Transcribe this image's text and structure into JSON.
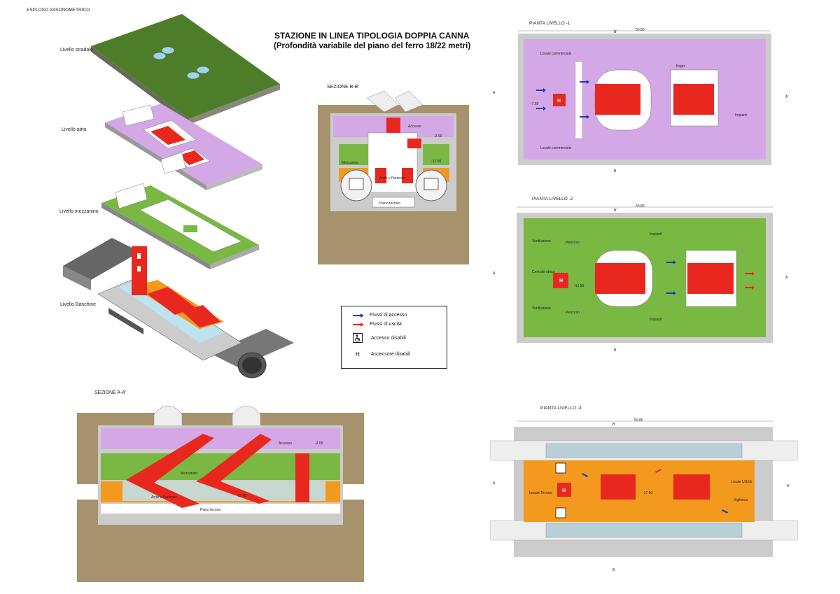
{
  "header": {
    "corner_label": "ESPLOSO ASSONOMETRICO",
    "title": "STAZIONE IN LINEA TIPOLOGIA DOPPIA CANNA",
    "subtitle": "(Profondità variabile del piano del ferro 18/22 metri)"
  },
  "exploded": {
    "levels": [
      "Livello stradale",
      "Livello atrio",
      "Livello mezzanino",
      "Livello Banchine"
    ]
  },
  "section_bb": {
    "title": "SEZIONE B-B'",
    "labels": {
      "accesso": "Accesso",
      "mezzanino": "Mezzanino",
      "arrivi": "Arrivi e Partenze",
      "piano_tecnico": "Piano tecnico",
      "elev_a": "-2.00",
      "elev_b": "-12.50"
    }
  },
  "section_aa": {
    "title": "SEZIONE A-A'",
    "labels": {
      "accesso": "Accesso",
      "mezzanino": "Mezzanino",
      "arrivi": "Arrivi e Partenze",
      "piano_tecnico": "Piano tecnico",
      "elev_a": "-2.00",
      "elev_b": "-17.60"
    }
  },
  "legend": {
    "items": [
      "Flussi di accesso",
      "Flussi di uscita",
      "Accesso disabili",
      "Ascensore disabili"
    ],
    "h_symbol": "H",
    "colors": {
      "access": "#1a3fb0",
      "exit": "#e8281e"
    }
  },
  "plan_l1": {
    "title": "PIANTA LIVELLO -1",
    "width_dim": "50,80",
    "b_mark": "B",
    "b_mark_top": "B'",
    "a_mark": "A",
    "a_mark_right": "A'",
    "labels": {
      "locale_comm_top": "Locale commerciale",
      "locale_comm_bottom": "Locale commerciale",
      "impianti": "Impianti",
      "bagni": "Bagni",
      "elev": "-7.60",
      "h": "H"
    }
  },
  "plan_l2": {
    "title": "PIANTA LIVELLO -2",
    "width_dim": "50,80",
    "b_mark": "B",
    "b_mark_top": "B'",
    "a_mark": "A",
    "a_mark_right": "A'",
    "labels": {
      "ventilazione_top": "Ventilazione",
      "ventilazione_bottom": "Ventilazione",
      "impianti_top": "Impianti",
      "impianti_bottom": "Impianti",
      "centrale": "Centrale idrica",
      "percorso_top": "Percorso",
      "percorso_bottom": "Percorso",
      "elev": "-12.50",
      "h": "H"
    }
  },
  "plan_l3": {
    "title": "PIANTA LIVELLO -3",
    "width_dim": "50,80",
    "b_mark": "B",
    "b_mark_top": "B'",
    "a_mark": "A",
    "a_mark_right": "A'",
    "labels": {
      "locale_tecnico": "Locale Tecnico",
      "locale_right": "Locale UUSS",
      "vigilanza": "Vigilanza",
      "elev": "-17.60",
      "h": "H"
    }
  },
  "colors": {
    "purple": "#d4a7e6",
    "green": "#79b843",
    "orange": "#f39a1e",
    "red": "#e8281e",
    "grey": "#cccccc",
    "soil": "#a7926e",
    "grass": "#4e7d2a"
  }
}
